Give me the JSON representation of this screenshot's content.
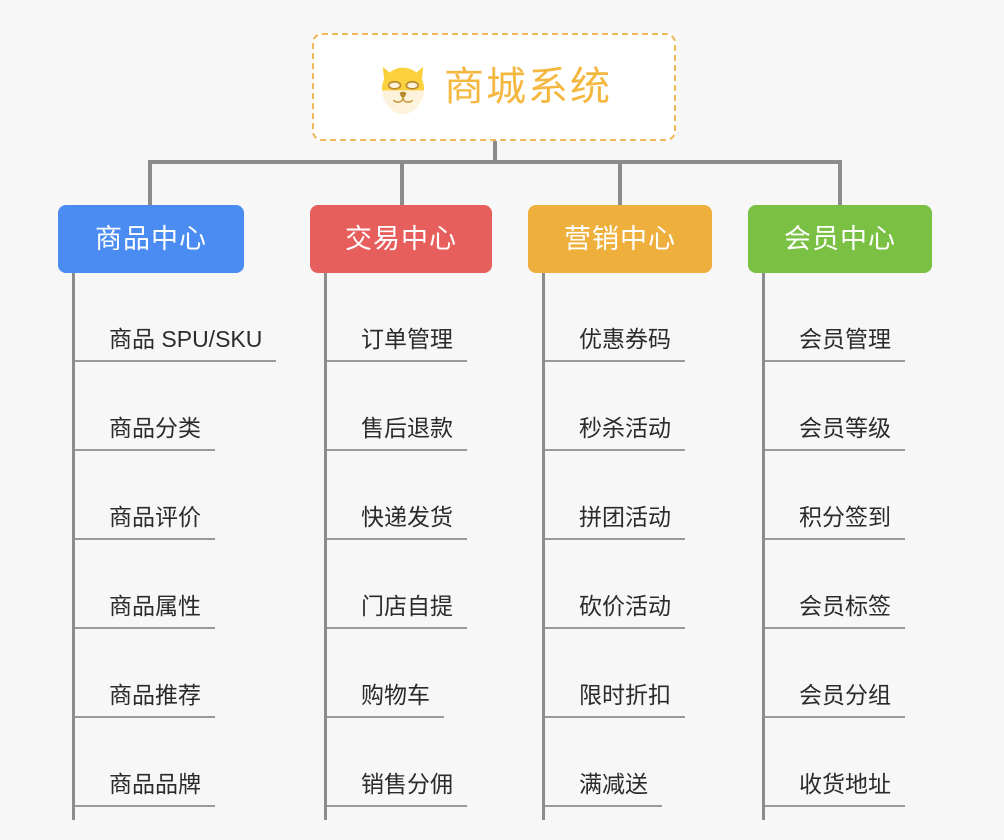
{
  "root": {
    "title": "商城系统",
    "icon": "shiba-dog-icon",
    "title_color": "#f4b740",
    "border_color": "#f0b75b"
  },
  "categories": [
    {
      "label": "商品中心",
      "color": "#4a8cf2",
      "items": [
        "商品 SPU/SKU",
        "商品分类",
        "商品评价",
        "商品属性",
        "商品推荐",
        "商品品牌"
      ]
    },
    {
      "label": "交易中心",
      "color": "#e75f5c",
      "items": [
        "订单管理",
        "售后退款",
        "快递发货",
        "门店自提",
        "购物车",
        "销售分佣"
      ]
    },
    {
      "label": "营销中心",
      "color": "#eeaf3c",
      "items": [
        "优惠券码",
        "秒杀活动",
        "拼团活动",
        "砍价活动",
        "限时折扣",
        "满减送"
      ]
    },
    {
      "label": "会员中心",
      "color": "#7ac143",
      "items": [
        "会员管理",
        "会员等级",
        "积分签到",
        "会员标签",
        "会员分组",
        "收货地址"
      ]
    }
  ]
}
